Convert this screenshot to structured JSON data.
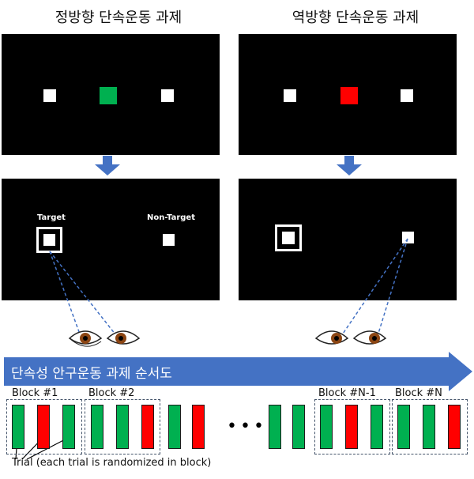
{
  "titles": {
    "left": "정방향 단속운동 과제",
    "right": "역방향 단속운동 과제"
  },
  "panel_labels": {
    "target": "Target",
    "non_target": "Non-Target"
  },
  "colors": {
    "fixation_prosaccade": "#00b050",
    "fixation_antisaccade": "#ff0000",
    "flow_arrow": "#4472c4",
    "sequence_band": "#4472c4",
    "trial_green": "#00b050",
    "trial_red": "#ff0000"
  },
  "sequence": {
    "band_label": "단속성 안구운동 과제 순서도",
    "blocks": [
      {
        "label": "Block #1",
        "trials": [
          "green",
          "red",
          "green"
        ]
      },
      {
        "label": "Block #2",
        "trials": [
          "green",
          "green",
          "red"
        ]
      },
      {
        "label": "Block #N-1",
        "trials": [
          "green",
          "red",
          "green"
        ]
      },
      {
        "label": "Block #N",
        "trials": [
          "green",
          "green",
          "red"
        ]
      }
    ],
    "unboxed_trials": [
      "green",
      "red",
      "green",
      "green"
    ],
    "ellipsis": "•••",
    "trial_note": "Trial (each trial is randomized in block)"
  }
}
